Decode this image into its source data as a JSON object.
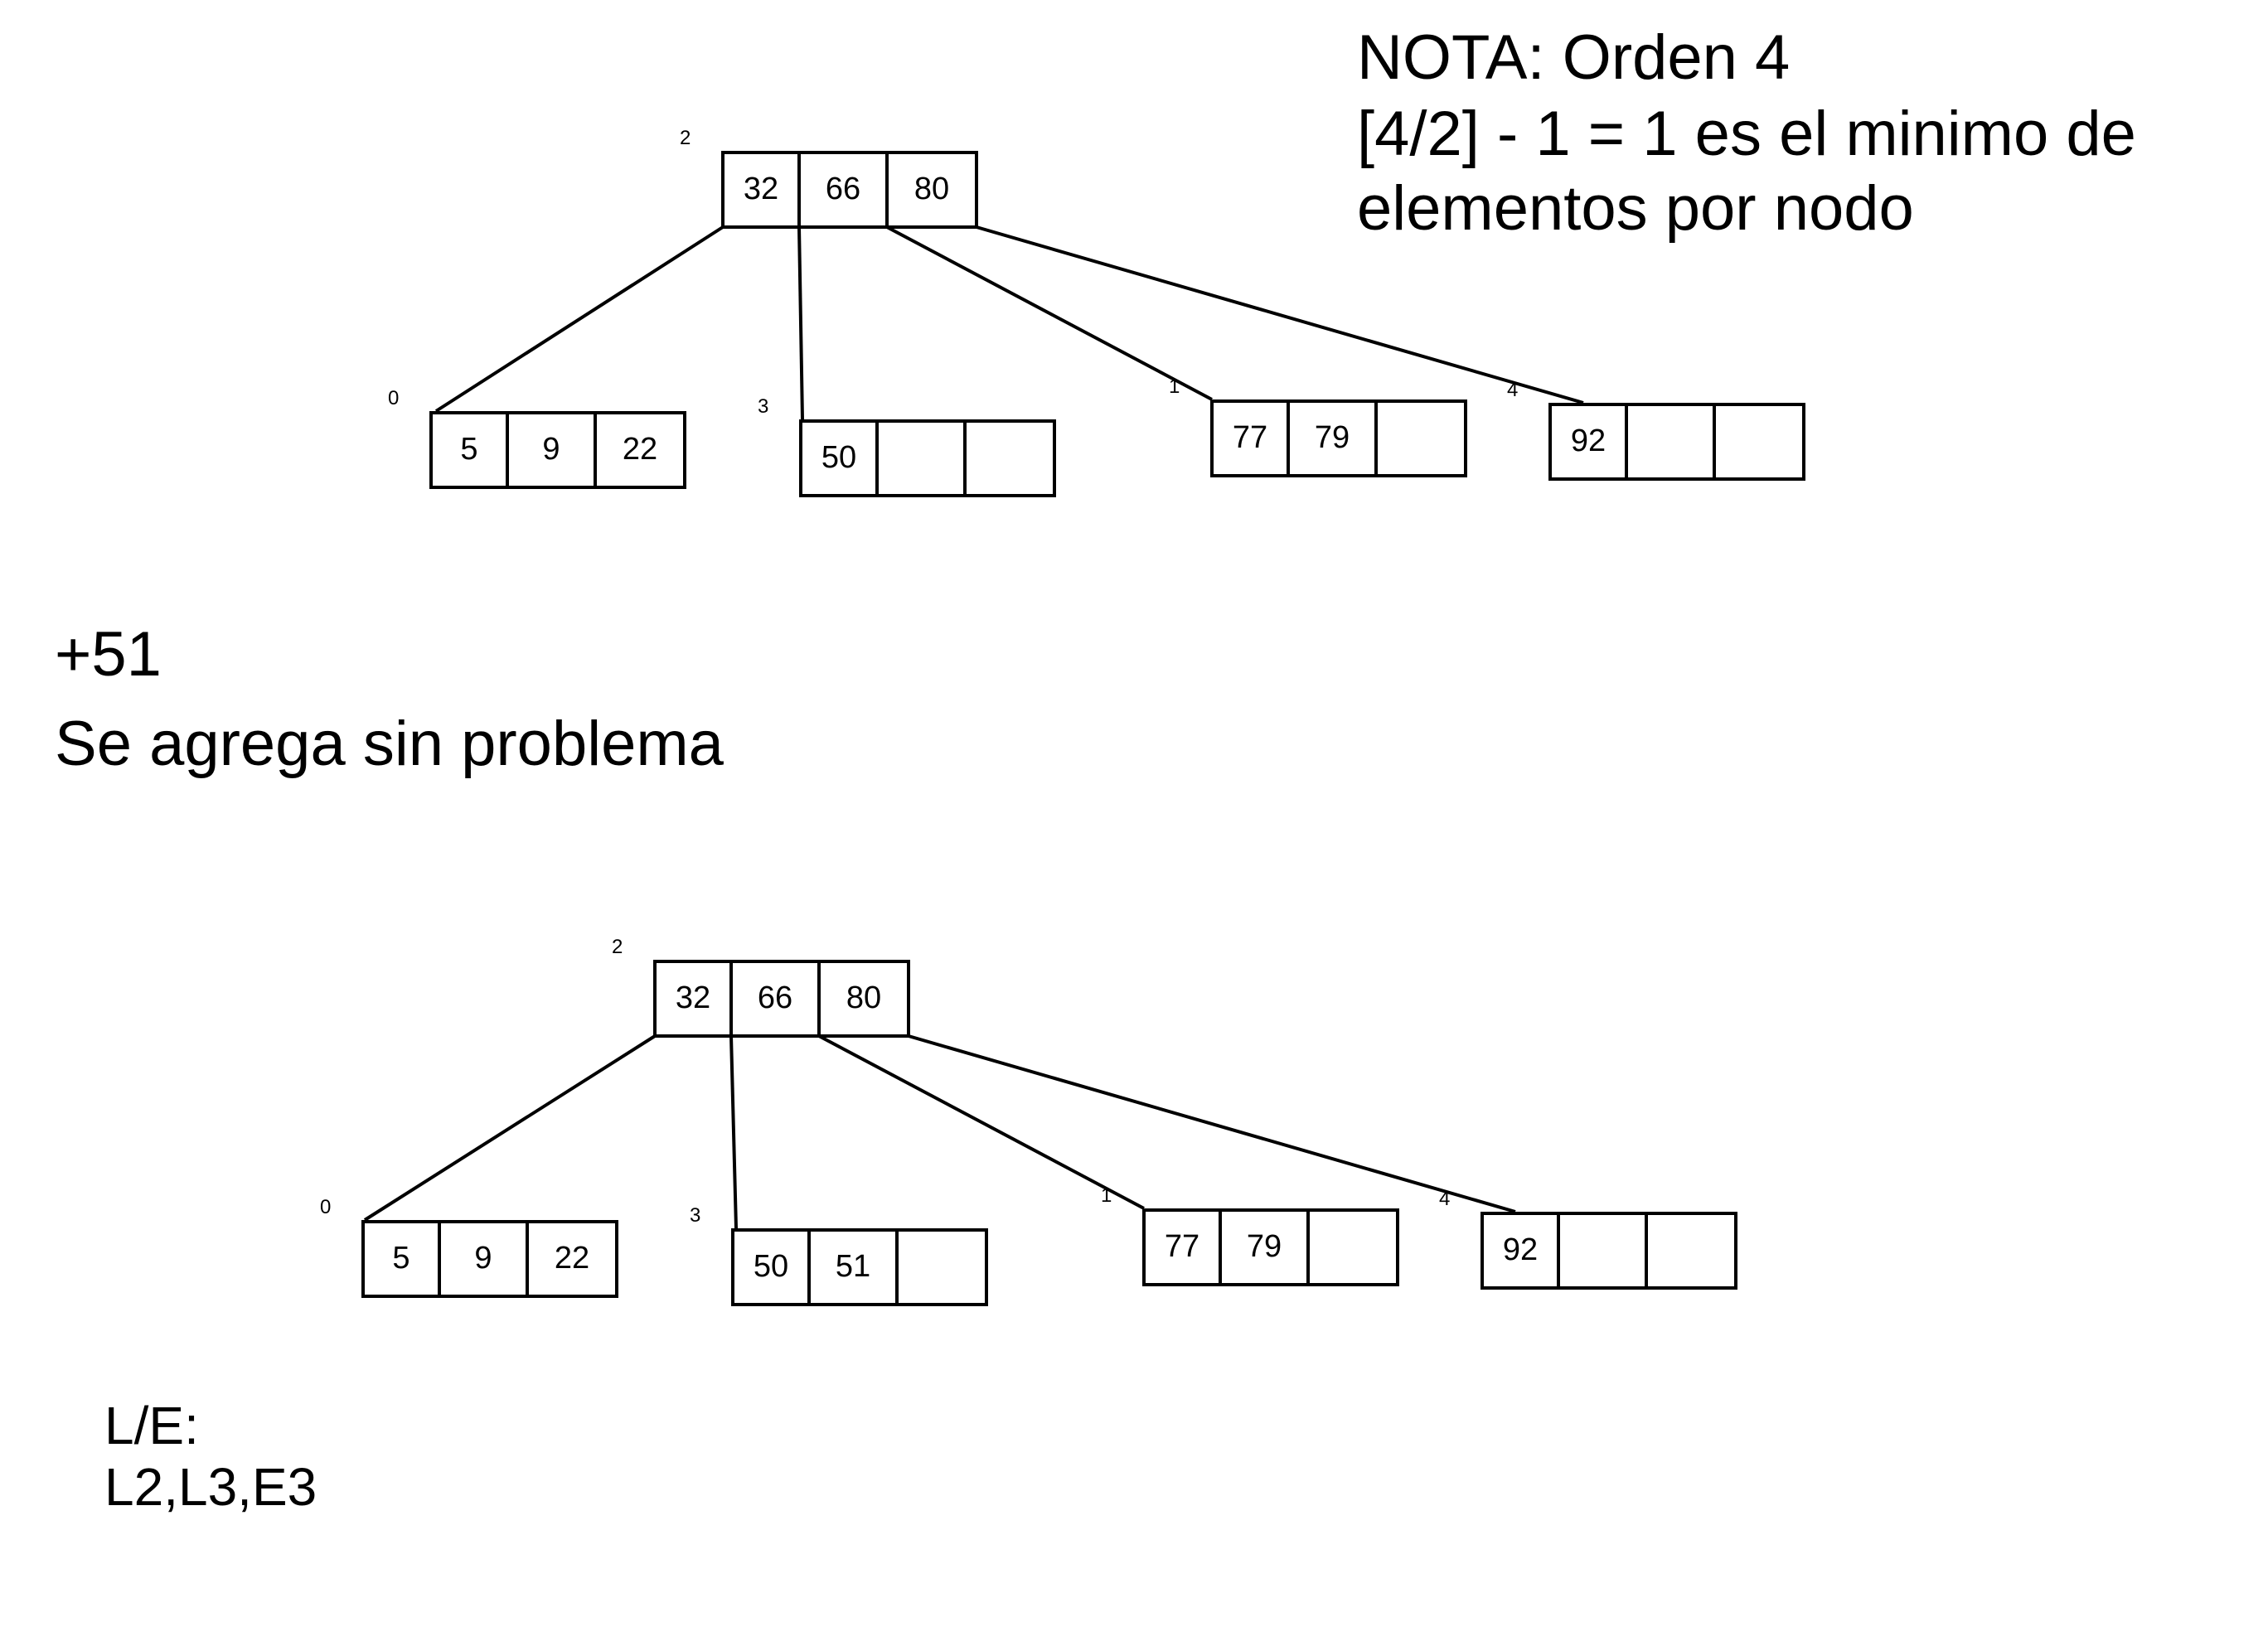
{
  "note": {
    "line1": "NOTA: Orden 4",
    "line2": "[4/2] - 1 = 1 es el minimo de",
    "line3": "elementos por nodo"
  },
  "step": {
    "insert": "+51",
    "description": "Se agrega sin problema"
  },
  "le": {
    "label": "L/E:",
    "ops": "L2,L3,E3"
  },
  "trees": [
    {
      "nodes": [
        {
          "id": "2",
          "keys": [
            "32",
            "66",
            "80"
          ]
        },
        {
          "id": "0",
          "keys": [
            "5",
            "9",
            "22"
          ]
        },
        {
          "id": "3",
          "keys": [
            "50",
            "",
            ""
          ]
        },
        {
          "id": "1",
          "keys": [
            "77",
            "79",
            ""
          ]
        },
        {
          "id": "4",
          "keys": [
            "92",
            "",
            ""
          ]
        }
      ],
      "edges": [
        [
          "2",
          "0"
        ],
        [
          "2",
          "3"
        ],
        [
          "2",
          "1"
        ],
        [
          "2",
          "4"
        ]
      ]
    },
    {
      "nodes": [
        {
          "id": "2",
          "keys": [
            "32",
            "66",
            "80"
          ]
        },
        {
          "id": "0",
          "keys": [
            "5",
            "9",
            "22"
          ]
        },
        {
          "id": "3",
          "keys": [
            "50",
            "51",
            ""
          ]
        },
        {
          "id": "1",
          "keys": [
            "77",
            "79",
            ""
          ]
        },
        {
          "id": "4",
          "keys": [
            "92",
            "",
            ""
          ]
        }
      ],
      "edges": [
        [
          "2",
          "0"
        ],
        [
          "2",
          "3"
        ],
        [
          "2",
          "1"
        ],
        [
          "2",
          "4"
        ]
      ]
    }
  ]
}
